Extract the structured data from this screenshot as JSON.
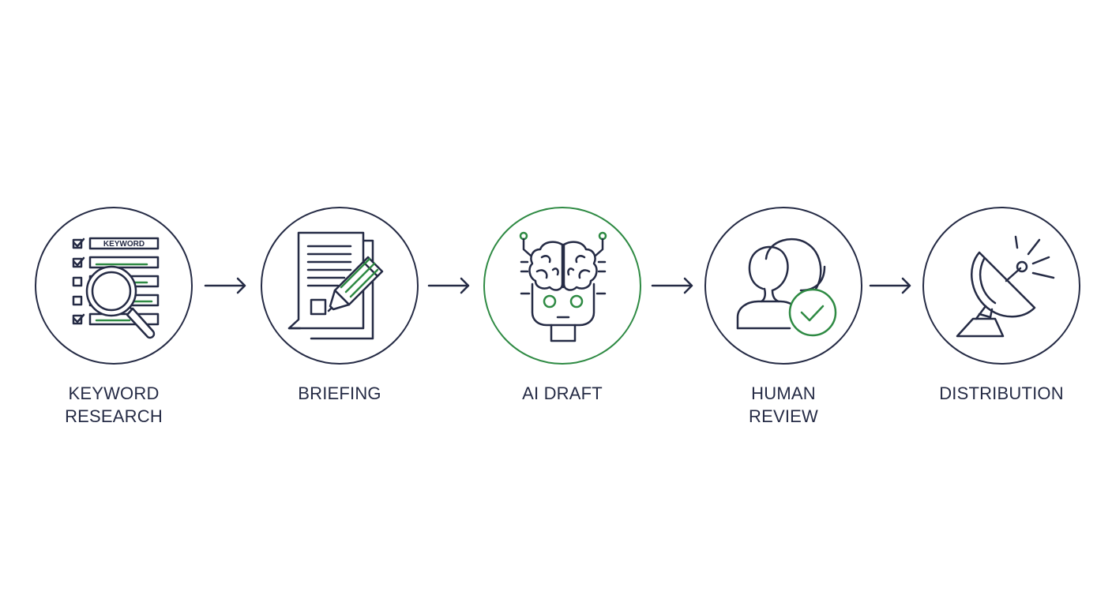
{
  "steps": [
    {
      "id": "keyword-research",
      "label_lines": [
        "KEYWORD",
        "RESEARCH"
      ],
      "icon": "magnifier-checklist-icon",
      "icon_text": "KEYWORD",
      "accent": false
    },
    {
      "id": "briefing",
      "label_lines": [
        "BRIEFING"
      ],
      "icon": "document-pencil-icon",
      "accent": false
    },
    {
      "id": "ai-draft",
      "label_lines": [
        "AI DRAFT"
      ],
      "icon": "robot-brain-icon",
      "accent": true
    },
    {
      "id": "human-review",
      "label_lines": [
        "HUMAN",
        "REVIEW"
      ],
      "icon": "person-checkmark-icon",
      "accent": false
    },
    {
      "id": "distribution",
      "label_lines": [
        "DISTRIBUTION"
      ],
      "icon": "satellite-dish-icon",
      "accent": false
    }
  ],
  "colors": {
    "stroke": "#252b45",
    "accent": "#2e8a43",
    "background": "#ffffff"
  },
  "arrows": [
    "arrow-1",
    "arrow-2",
    "arrow-3",
    "arrow-4"
  ]
}
